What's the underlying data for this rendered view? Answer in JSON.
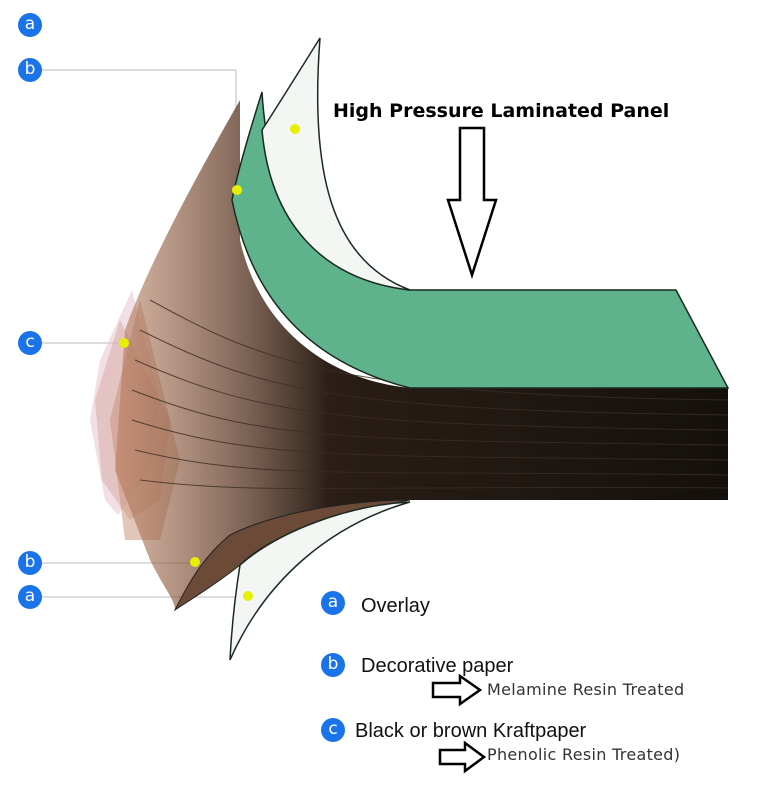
{
  "title": "High Pressure Laminated Panel",
  "badges": {
    "a": "a",
    "b": "b",
    "c": "c"
  },
  "legend": {
    "overlay": {
      "badge": "a",
      "label": "Overlay"
    },
    "decorative": {
      "badge": "b",
      "label": "Decorative paper",
      "treatment": "Melamine Resin Treated"
    },
    "kraft": {
      "badge": "c",
      "label": "Black or brown Kraftpaper",
      "treatment": "Phenolic Resin Treated)"
    }
  },
  "colors": {
    "badge": "#1a73e8",
    "decorative_layer": "#5fb38c",
    "kraft_core": "#1c1510",
    "overlay_layer": "#f4f6f4",
    "marker_dot": "#e6f000"
  }
}
